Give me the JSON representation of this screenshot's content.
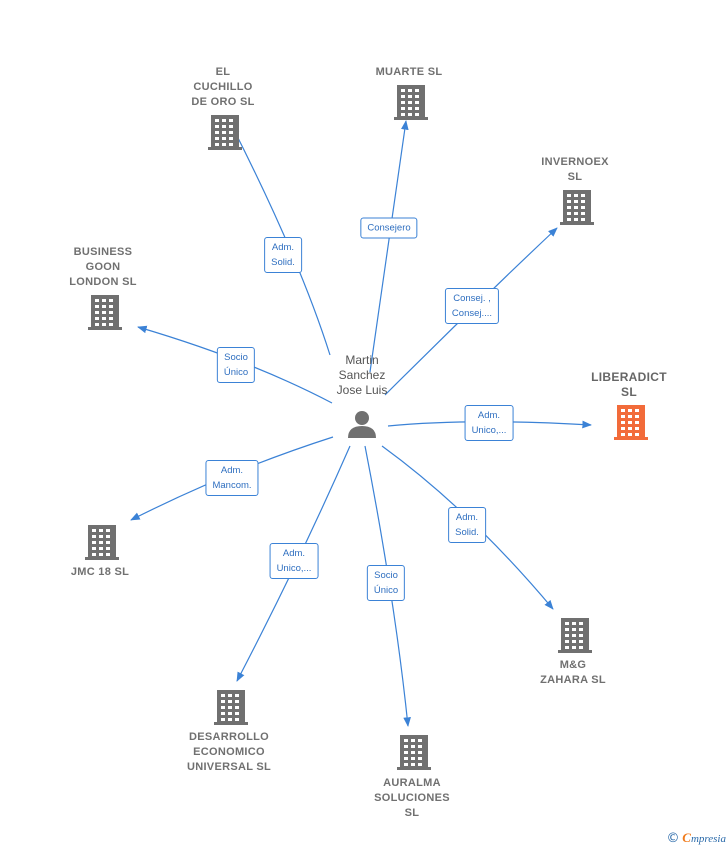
{
  "person": {
    "name": "Martin\nSanchez\nJose Luis",
    "icon": "person-icon"
  },
  "companies": [
    {
      "id": "el-cuchillo",
      "name": "EL\nCUCHILLO\nDE ORO  SL",
      "role": "Adm.\nSolid.",
      "highlight": false
    },
    {
      "id": "muarte",
      "name": "MUARTE SL",
      "role": "Consejero",
      "highlight": false
    },
    {
      "id": "invernoex",
      "name": "INVERNOEX\nSL",
      "role": "Consej. ,\nConsej....",
      "highlight": false
    },
    {
      "id": "business-goon",
      "name": "BUSINESS\nGOON\nLONDON  SL",
      "role": "Socio\nÚnico",
      "highlight": false
    },
    {
      "id": "liberadict",
      "name": "LIBERADICT\nSL",
      "role": "Adm.\nUnico,...",
      "highlight": true
    },
    {
      "id": "jmc18",
      "name": "JMC 18  SL",
      "role": "Adm.\nMancom.",
      "highlight": false
    },
    {
      "id": "mg-zahara",
      "name": "M&G\nZAHARA  SL",
      "role": "Adm.\nSolid.",
      "highlight": false
    },
    {
      "id": "desarrollo",
      "name": "DESARROLLO\nECONOMICO\nUNIVERSAL  SL",
      "role": "Adm.\nUnico,...",
      "highlight": false
    },
    {
      "id": "auralma",
      "name": "AURALMA\nSOLUCIONES\nSL",
      "role": "Socio\nÚnico",
      "highlight": false
    }
  ],
  "colors": {
    "edge": "#3b82d6",
    "building": "#707070",
    "building_highlight": "#f26b3a",
    "person": "#707070"
  },
  "footer": {
    "copyright": "©",
    "brand_initial": "C",
    "brand_rest": "mpresia"
  }
}
